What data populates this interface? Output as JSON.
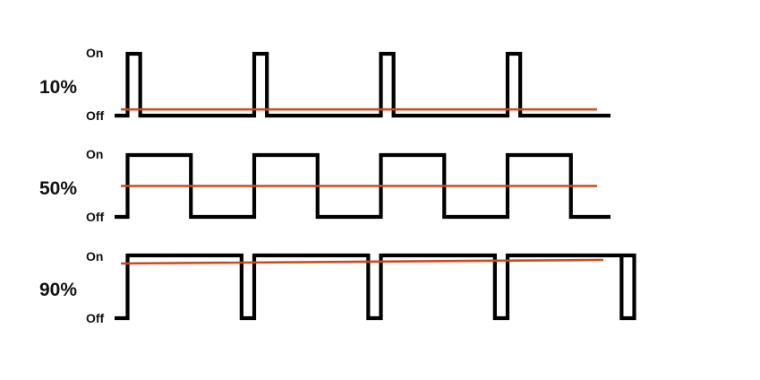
{
  "diagram": {
    "state_labels": {
      "on": "On",
      "off": "Off"
    },
    "colors": {
      "signal": "#000000",
      "average": "#cc4a1e",
      "background": "#ffffff"
    },
    "cycles_shown": 4,
    "rows": [
      {
        "label": "10%",
        "duty_cycle": 0.1
      },
      {
        "label": "50%",
        "duty_cycle": 0.5
      },
      {
        "label": "90%",
        "duty_cycle": 0.9
      }
    ]
  }
}
